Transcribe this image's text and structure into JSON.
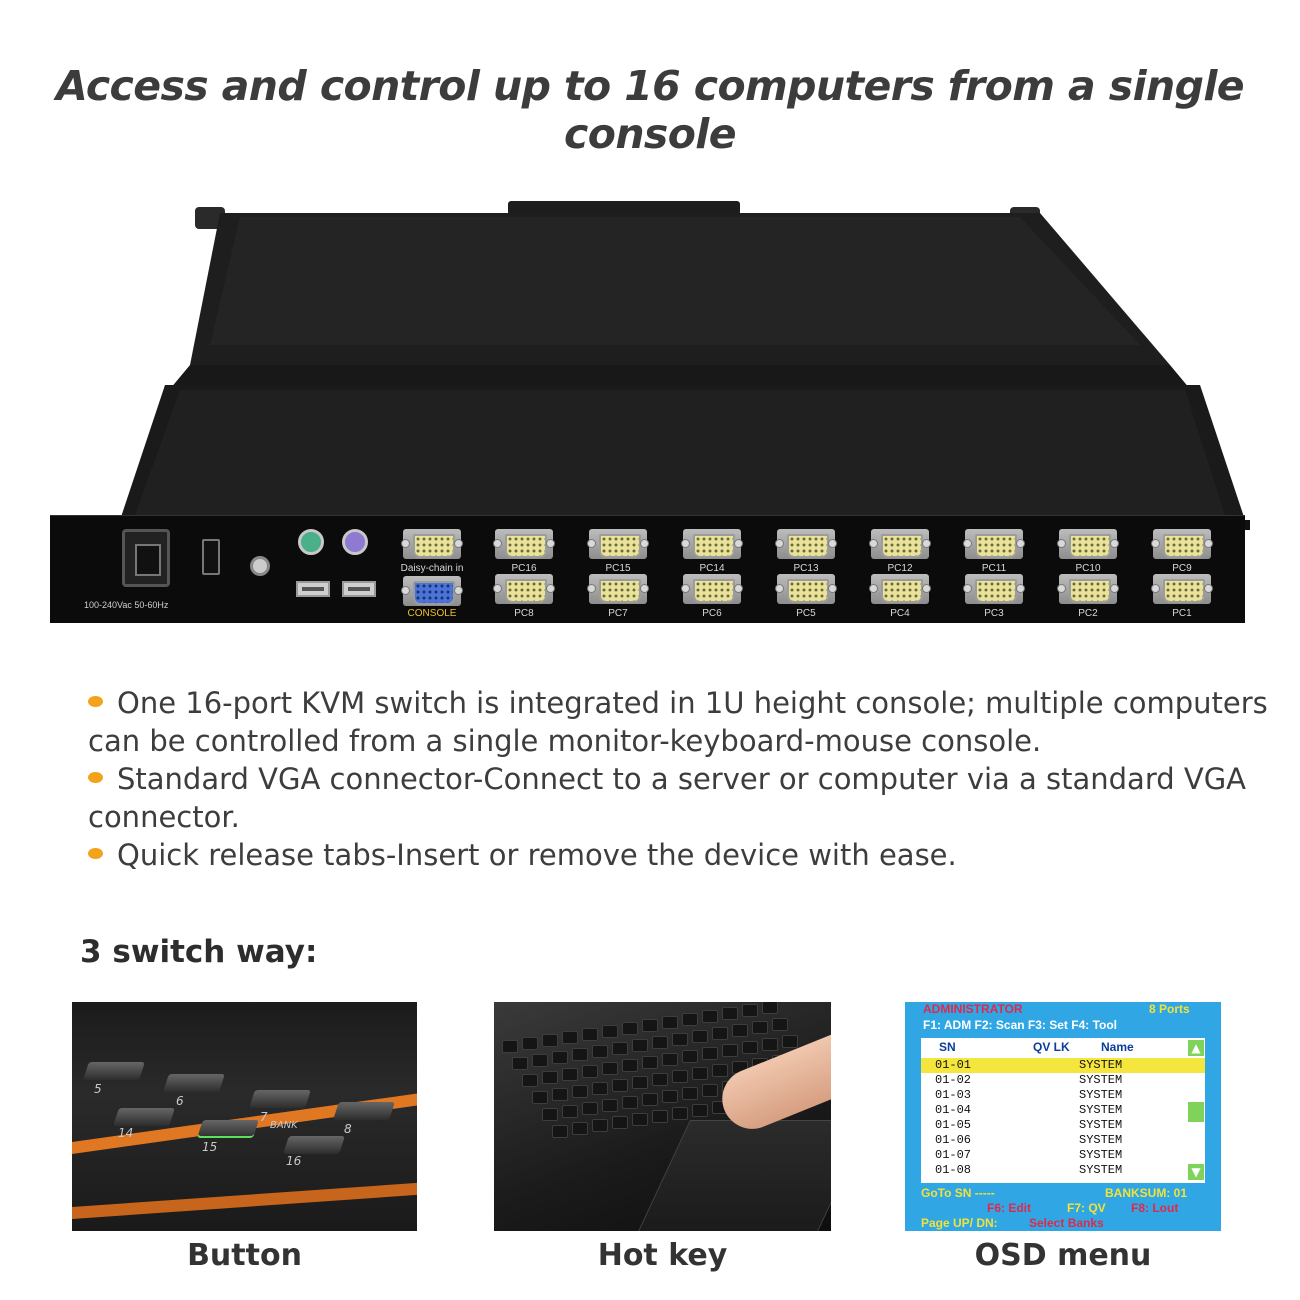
{
  "headline": "Access and control up to 16 computers from a single console",
  "device": {
    "power_spec": "100-240Vac 50-60Hz",
    "daisy_chain": "Daisy-chain in",
    "console": "CONSOLE",
    "top_row_ports": [
      "PC16",
      "PC15",
      "PC14",
      "PC13",
      "PC12",
      "PC11",
      "PC10",
      "PC9"
    ],
    "bottom_row_ports": [
      "PC8",
      "PC7",
      "PC6",
      "PC5",
      "PC4",
      "PC3",
      "PC2",
      "PC1"
    ]
  },
  "features": [
    "One 16-port KVM switch is integrated in 1U height console; multiple computers can be controlled from a single monitor-keyboard-mouse console.",
    "Standard VGA connector-Connect to a server or computer via a standard VGA connector.",
    "Quick release tabs-Insert or remove the device with ease."
  ],
  "ways_title": "3 switch way:",
  "button_panel": {
    "keys": [
      "5",
      "6",
      "7",
      "8",
      "14",
      "15",
      "16"
    ],
    "bank_label": "BANK"
  },
  "captions": {
    "button": "Button",
    "hotkey": "Hot key",
    "osd": "OSD menu"
  },
  "osd": {
    "title": "ADMINISTRATOR",
    "ports": "8 Ports",
    "function_keys": "F1: ADM  F2: Scan   F3: Set  F4: Tool",
    "col_sn": "SN",
    "col_qv_lk": "QV  LK",
    "col_name": "Name",
    "rows": [
      {
        "sn": "01-01",
        "name": "SYSTEM"
      },
      {
        "sn": "01-02",
        "name": "SYSTEM"
      },
      {
        "sn": "01-03",
        "name": "SYSTEM"
      },
      {
        "sn": "01-04",
        "name": "SYSTEM"
      },
      {
        "sn": "01-05",
        "name": "SYSTEM"
      },
      {
        "sn": "01-06",
        "name": "SYSTEM"
      },
      {
        "sn": "01-07",
        "name": "SYSTEM"
      },
      {
        "sn": "01-08",
        "name": "SYSTEM"
      }
    ],
    "goto": "GoTo   SN -----",
    "banksum": "BANKSUM: 01",
    "f_edit": "F6:  Edit",
    "f_qv": "F7:  QV",
    "f_lout": "F8:  Lout",
    "page": "Page UP/ DN:",
    "select_banks": "Select Banks",
    "colors": {
      "screen": "#30a7e4",
      "highlight": "#f4e63c",
      "title": "#e0294a",
      "keys": "#ffffff",
      "accent": "#f2e23a"
    }
  }
}
